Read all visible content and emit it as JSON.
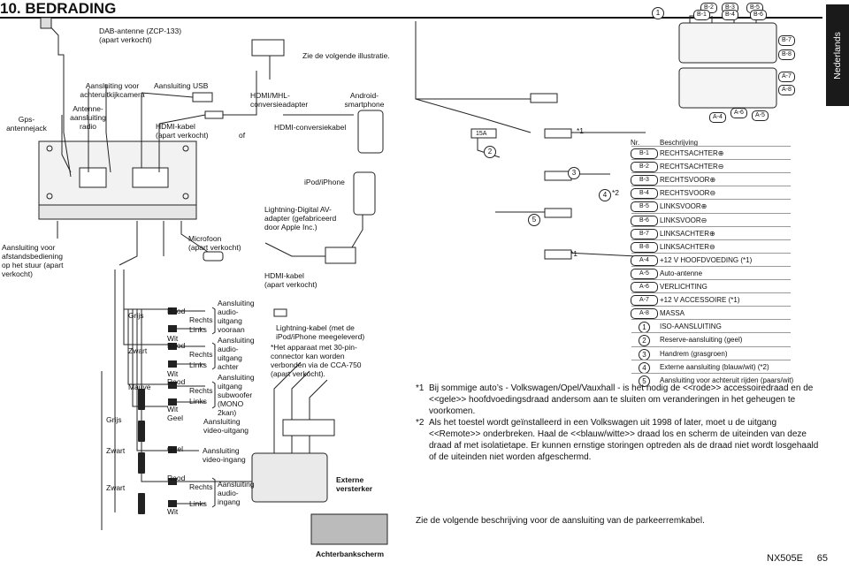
{
  "page": {
    "title": "10. BEDRADING",
    "language_tab": "Nederlands",
    "model": "NX505E",
    "page_number": "65"
  },
  "labels": {
    "dab": "DAB-antenne (ZCP-133)\n(apart verkocht)",
    "gps": "Gps-\nantennejack",
    "radio": "Antenne-\naansluiting\nradio",
    "camera": "Aansluiting voor\nachteruitkijkcamera",
    "usb": "Aansluiting USB",
    "hdmi_cable_top": "HDMI-kabel\n(apart verkocht)",
    "of": "of",
    "see_illustration": "Zie de volgende illustratie.",
    "hdmi_mhl": "HDMI/MHL-\nconversieadapter",
    "android": "Android-\nsmartphone",
    "hdmi_conv_cable": "HDMI-conversiekabel",
    "ipod_iphone": "iPod/iPhone",
    "lightning_adapter": "Lightning-Digital AV-\nadapter (gefabriceerd\ndoor Apple Inc.)",
    "hdmi_cable_mid": "HDMI-kabel\n(apart verkocht)",
    "lightning_cable": "Lightning-kabel (met de\niPod/iPhone meegeleverd)",
    "note_30pin": "*Het apparaat met 30-pin-\nconnector kan worden\nverbonden via de CCA-750\n(apart verkocht).",
    "steering": "Aansluiting voor\nafstandsbediening\nop het stuur (apart\nverkocht)",
    "microphone": "Microfoon\n(apart verkocht)",
    "grijs1": "Grijs",
    "zwart1": "Zwart",
    "mauve": "Mauve",
    "grijs2": "Grijs",
    "zwart2": "Zwart",
    "zwart3": "Zwart",
    "rood1": "Rood",
    "rechts1": "Rechts",
    "links1": "Links",
    "wit1": "Wit",
    "rood2": "Rood",
    "rechts2": "Rechts",
    "links2": "Links",
    "wit2": "Wit",
    "rood3": "Rood",
    "rechts3": "Rechts",
    "links3": "Links",
    "wit3": "Wit",
    "geel1": "Geel",
    "geel2": "Geel",
    "rood4": "Rood",
    "rechts4": "Rechts",
    "links4": "Links",
    "wit4": "Wit",
    "audio_front": "Aansluiting\naudio-\nuitgang\nvooraan",
    "audio_rear": "Aansluiting\naudio-\nuitgang\nachter",
    "subwoofer": "Aansluiting\nuitgang\nsubwoofer\n(MONO\n2kan)",
    "video_out": "Aansluiting\nvideo-uitgang",
    "video_in": "Aansluiting\nvideo-ingang",
    "audio_in": "Aansluiting\naudio-\ningang",
    "ext_amp": "Externe\nversterker",
    "rear_screen": "Achterbankscherm"
  },
  "connector": {
    "pins_top": [
      "B-2",
      "B-1",
      "B-3",
      "B-4",
      "B-5",
      "B-6",
      "B-7",
      "B-8"
    ],
    "pins_bottom": [
      "A-4",
      "A-6",
      "A-5",
      "A-7",
      "A-8"
    ],
    "fuse": "15A",
    "nums": [
      "1",
      "2",
      "3",
      "4",
      "5"
    ],
    "star1": "*1",
    "star2": "*2"
  },
  "legend": {
    "header_nr": "Nr.",
    "header_desc": "Beschrijving",
    "rows": [
      {
        "nr": "B-1",
        "desc": "RECHTSACHTER⊕",
        "shape": "pill"
      },
      {
        "nr": "B-2",
        "desc": "RECHTSACHTER⊖",
        "shape": "pill"
      },
      {
        "nr": "B-3",
        "desc": "RECHTSVOOR⊕",
        "shape": "pill"
      },
      {
        "nr": "B-4",
        "desc": "RECHTSVOOR⊖",
        "shape": "pill"
      },
      {
        "nr": "B-5",
        "desc": "LINKSVOOR⊕",
        "shape": "pill"
      },
      {
        "nr": "B-6",
        "desc": "LINKSVOOR⊖",
        "shape": "pill"
      },
      {
        "nr": "B-7",
        "desc": "LINKSACHTER⊕",
        "shape": "pill"
      },
      {
        "nr": "B-8",
        "desc": "LINKSACHTER⊖",
        "shape": "pill"
      },
      {
        "nr": "A-4",
        "desc": "+12 V HOOFDVOEDING (*1)",
        "shape": "pill"
      },
      {
        "nr": "A-5",
        "desc": "Auto-antenne",
        "shape": "pill"
      },
      {
        "nr": "A-6",
        "desc": "VERLICHTING",
        "shape": "pill"
      },
      {
        "nr": "A-7",
        "desc": "+12 V ACCESSOIRE (*1)",
        "shape": "pill"
      },
      {
        "nr": "A-8",
        "desc": "MASSA",
        "shape": "pill"
      },
      {
        "nr": "1",
        "desc": "ISO-AANSLUITING",
        "shape": "circle"
      },
      {
        "nr": "2",
        "desc": "Reserve-aansluiting (geel)",
        "shape": "circle"
      },
      {
        "nr": "3",
        "desc": "Handrem (grasgroen)",
        "shape": "circle"
      },
      {
        "nr": "4",
        "desc": "Externe aansluiting (blauw/wit) (*2)",
        "shape": "circle"
      },
      {
        "nr": "5",
        "desc": "Aansluiting voor achteruit rijden (paars/wit)",
        "shape": "circle"
      }
    ]
  },
  "notes": [
    {
      "star": "*1",
      "text": "Bij sommige auto’s - Volkswagen/Opel/Vauxhall - is het nodig de <<rode>> accessoiredraad en de <<gele>> hoofdvoedingsdraad andersom aan te sluiten om veranderingen in het geheugen te voorkomen."
    },
    {
      "star": "*2",
      "text": "Als het toestel wordt geïnstalleerd in een Volkswagen uit 1998 of later, moet u de uitgang <<Remote>> onderbreken. Haal de <<blauw/witte>> draad los en scherm de uiteinden van deze draad af met isolatietape. Er kunnen ernstige storingen optreden als de draad niet wordt losgehaald of de uiteinden niet worden afgeschermd."
    }
  ],
  "parking_note": "Zie de volgende beschrijving voor de aansluiting van de parkeerremkabel."
}
